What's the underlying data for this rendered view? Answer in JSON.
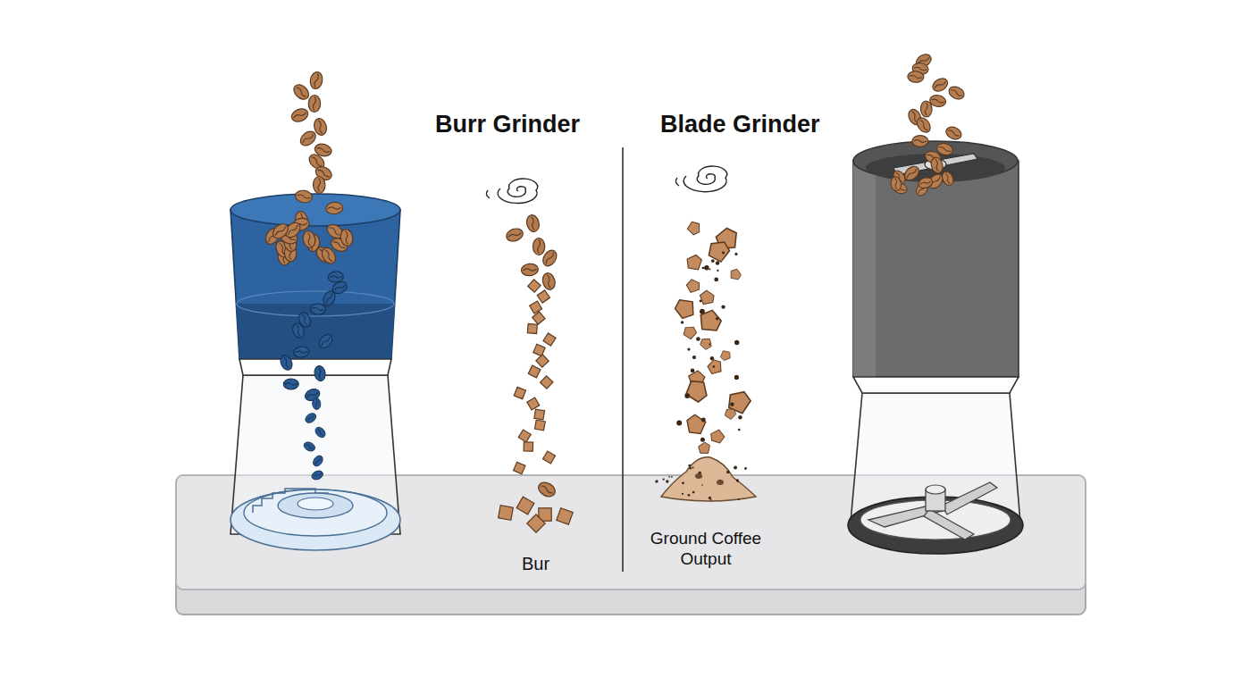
{
  "diagram": {
    "labels": [
      "Burr Grinder",
      "Blade Grinder",
      "Bur",
      "Ground Coffee Output"
    ]
  }
}
